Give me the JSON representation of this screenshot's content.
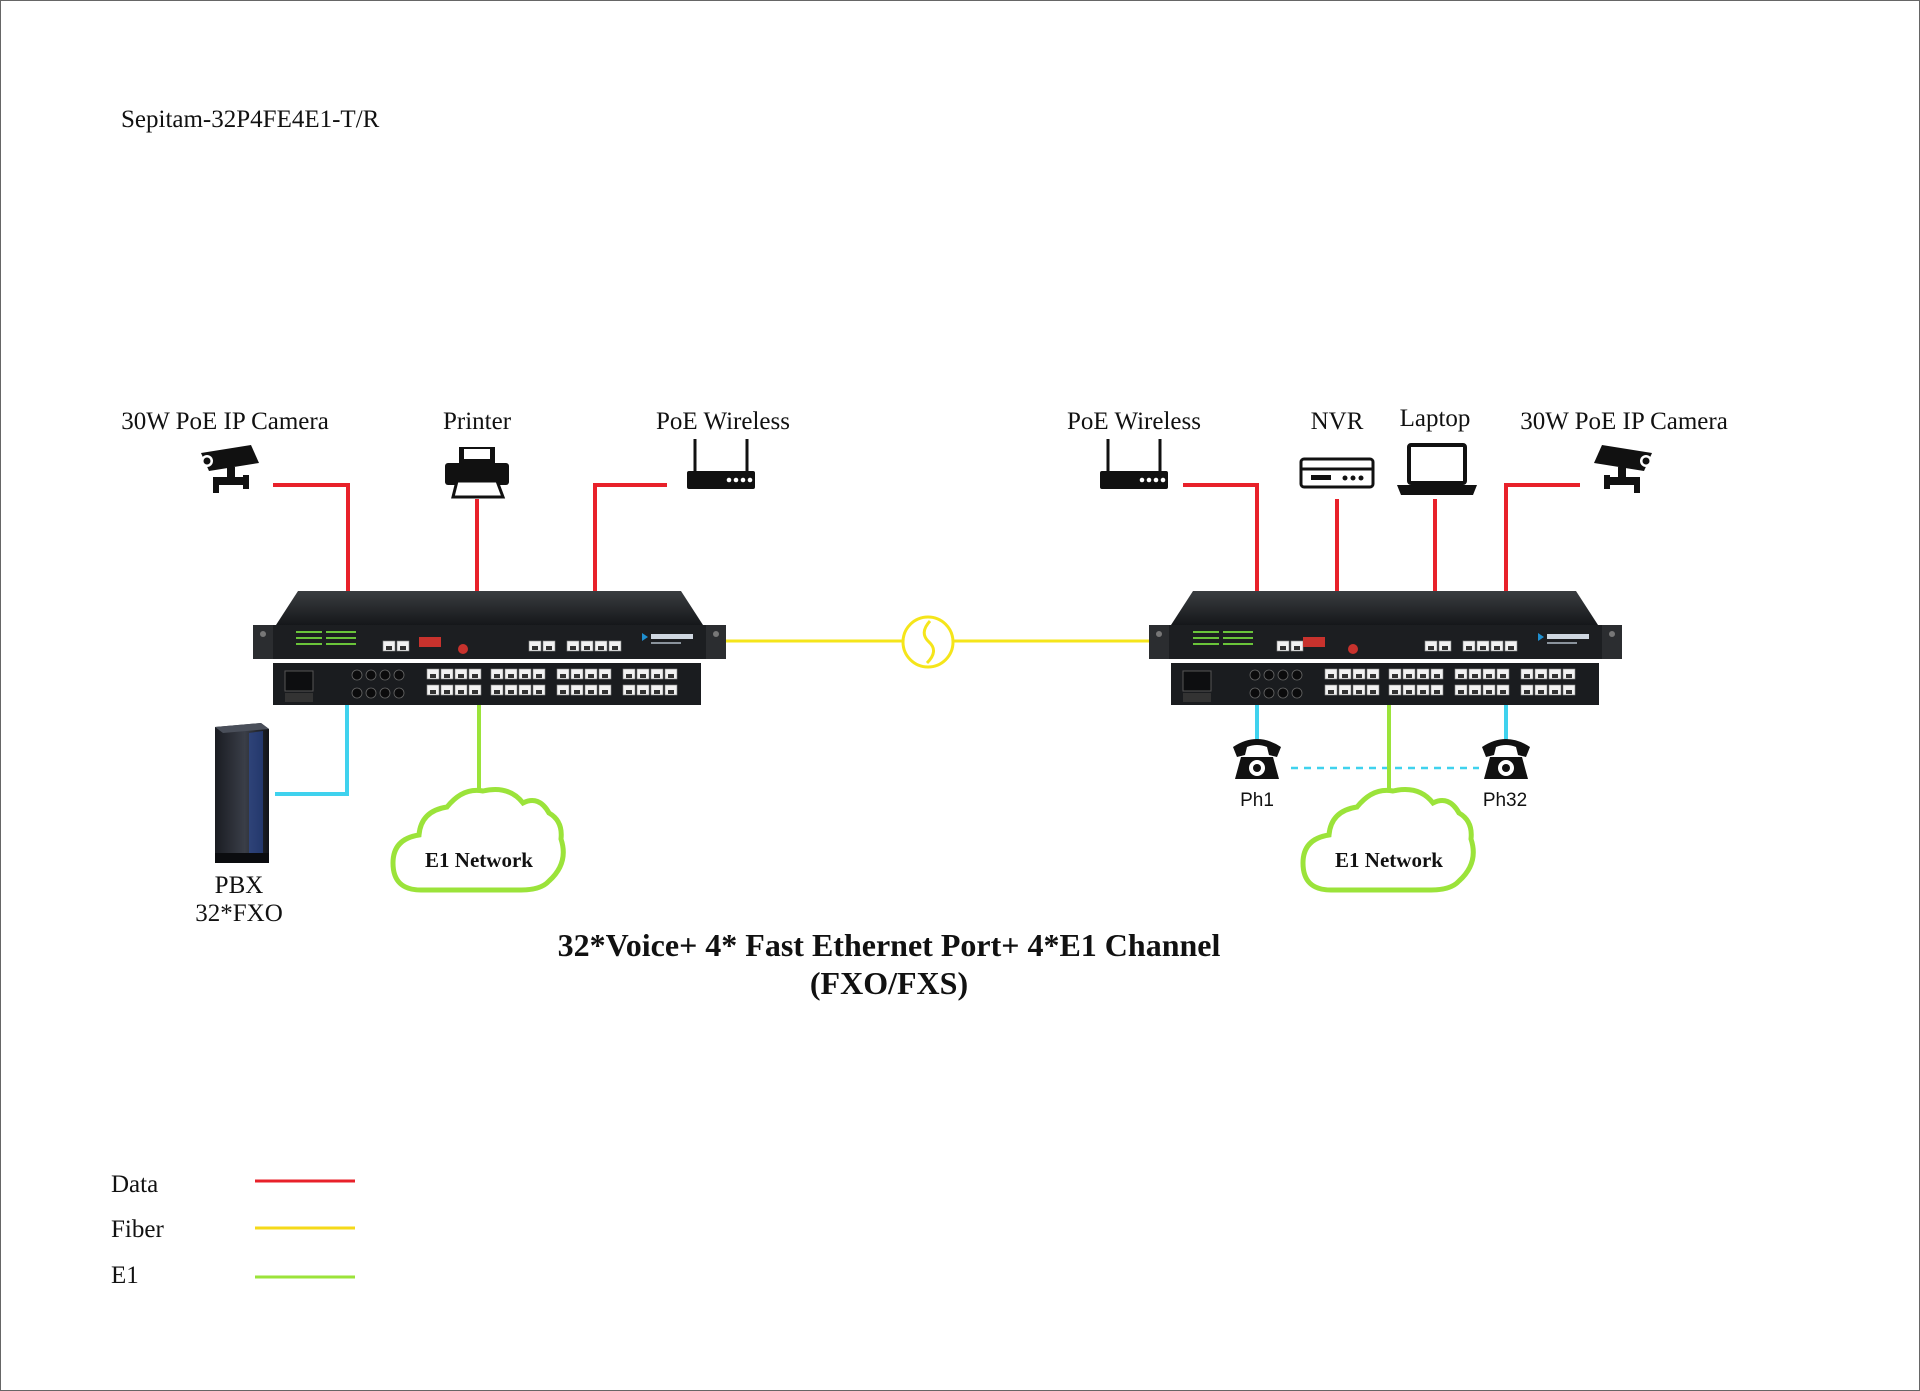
{
  "model_label": "Sepitam-32P4FE4E1-T/R",
  "title": {
    "line1": "32*Voice+ 4* Fast Ethernet Port+ 4*E1 Channel",
    "line2": "(FXO/FXS)"
  },
  "left_site": {
    "devices": {
      "camera": "30W PoE IP Camera",
      "printer": "Printer",
      "wireless": "PoE Wireless"
    },
    "pbx": {
      "line1": "PBX",
      "line2": "32*FXO"
    },
    "cloud": "E1 Network"
  },
  "right_site": {
    "devices": {
      "wireless": "PoE Wireless",
      "nvr": "NVR",
      "laptop": "Laptop",
      "camera": "30W PoE IP Camera"
    },
    "phones": {
      "first": "Ph1",
      "last": "Ph32"
    },
    "cloud": "E1 Network"
  },
  "legend": [
    {
      "label": "Data",
      "color": "#e8212a"
    },
    {
      "label": "Fiber",
      "color": "#f5d91a"
    },
    {
      "label": "E1",
      "color": "#9be33a"
    }
  ],
  "colors": {
    "data": "#e8212a",
    "fiber": "#f5e51a",
    "e1": "#9be33a",
    "voice": "#3fd2ee",
    "brand": "#1f8fd0"
  }
}
